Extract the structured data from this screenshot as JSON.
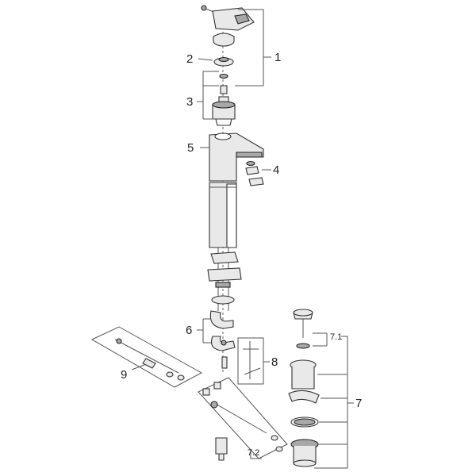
{
  "labels": {
    "p1": "1",
    "p2": "2",
    "p3": "3",
    "p4": "4",
    "p5": "5",
    "p6": "6",
    "p7": "7",
    "p7_1": "7.1",
    "p7_2": "7.2",
    "p8": "8",
    "p9": "9"
  }
}
